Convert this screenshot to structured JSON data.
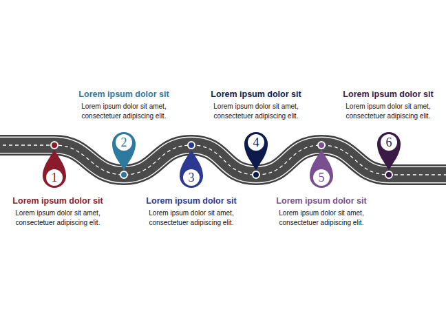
{
  "diagram": {
    "nodes": [
      {
        "text": [
          "1",
          "Lorem ipsum dolor sit",
          "Lorem ipsum dolor sit amet, consectetuer adipiscing elit."
        ]
      },
      {
        "text": [
          "2",
          "Lorem ipsum dolor sit",
          "Lorem ipsum dolor sit amet, consectetuer adipiscing elit."
        ]
      },
      {
        "text": [
          "3",
          "Lorem ipsum dolor sit",
          "Lorem ipsum dolor sit amet, consectetuer adipiscing elit."
        ]
      },
      {
        "text": [
          "4",
          "Lorem ipsum dolor sit",
          "Lorem ipsum dolor sit amet, consectetuer adipiscing elit."
        ]
      },
      {
        "text": [
          "5",
          "Lorem ipsum dolor sit",
          "Lorem ipsum dolor sit amet, consectetuer adipiscing elit."
        ]
      },
      {
        "text": [
          "6",
          "Lorem ipsum dolor sit",
          "Lorem ipsum dolor sit amet, consectetuer adipiscing elit."
        ]
      }
    ]
  }
}
